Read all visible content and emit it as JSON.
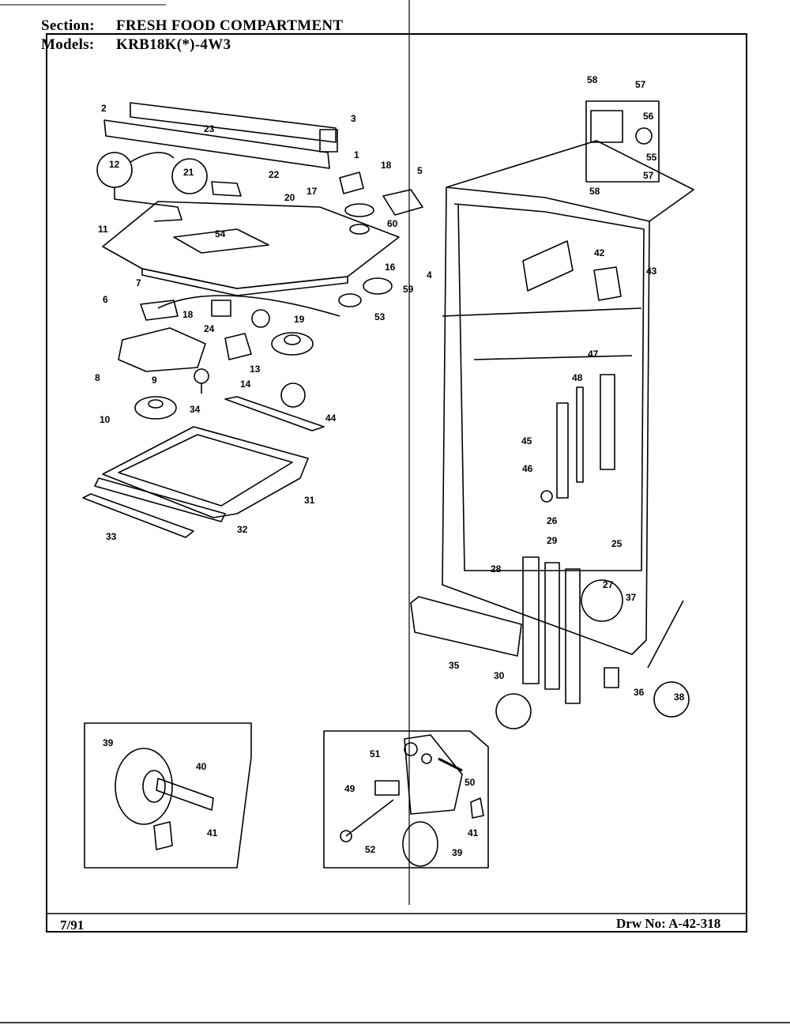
{
  "header": {
    "section_label": "Section:",
    "section_value": "FRESH FOOD COMPARTMENT",
    "models_label": "Models:",
    "models_value": "KRB18K(*)-4W3"
  },
  "footer": {
    "date": "7/91",
    "drawing_number": "Drw No: A-42-318"
  },
  "callouts": [
    {
      "id": "c2",
      "text": "2"
    },
    {
      "id": "c3",
      "text": "3"
    },
    {
      "id": "c23",
      "text": "23"
    },
    {
      "id": "c1",
      "text": "1"
    },
    {
      "id": "c18a",
      "text": "18"
    },
    {
      "id": "c5",
      "text": "5"
    },
    {
      "id": "c12",
      "text": "12"
    },
    {
      "id": "c21",
      "text": "21"
    },
    {
      "id": "c22",
      "text": "22"
    },
    {
      "id": "c20",
      "text": "20"
    },
    {
      "id": "c17",
      "text": "17"
    },
    {
      "id": "c11",
      "text": "11"
    },
    {
      "id": "c54",
      "text": "54"
    },
    {
      "id": "c60",
      "text": "60"
    },
    {
      "id": "c16",
      "text": "16"
    },
    {
      "id": "c4",
      "text": "4"
    },
    {
      "id": "c7",
      "text": "7"
    },
    {
      "id": "c59",
      "text": "59"
    },
    {
      "id": "c6",
      "text": "6"
    },
    {
      "id": "c18b",
      "text": "18"
    },
    {
      "id": "c19",
      "text": "19"
    },
    {
      "id": "c53",
      "text": "53"
    },
    {
      "id": "c24",
      "text": "24"
    },
    {
      "id": "c13",
      "text": "13"
    },
    {
      "id": "c8",
      "text": "8"
    },
    {
      "id": "c14",
      "text": "14"
    },
    {
      "id": "c9",
      "text": "9"
    },
    {
      "id": "c34",
      "text": "34"
    },
    {
      "id": "c44",
      "text": "44"
    },
    {
      "id": "c10",
      "text": "10"
    },
    {
      "id": "c31",
      "text": "31"
    },
    {
      "id": "c32",
      "text": "32"
    },
    {
      "id": "c33",
      "text": "33"
    },
    {
      "id": "c58a",
      "text": "58"
    },
    {
      "id": "c57a",
      "text": "57"
    },
    {
      "id": "c56",
      "text": "56"
    },
    {
      "id": "c55",
      "text": "55"
    },
    {
      "id": "c57b",
      "text": "57"
    },
    {
      "id": "c58b",
      "text": "58"
    },
    {
      "id": "c42",
      "text": "42"
    },
    {
      "id": "c43",
      "text": "43"
    },
    {
      "id": "c47",
      "text": "47"
    },
    {
      "id": "c48",
      "text": "48"
    },
    {
      "id": "c45",
      "text": "45"
    },
    {
      "id": "c46",
      "text": "46"
    },
    {
      "id": "c26",
      "text": "26"
    },
    {
      "id": "c29",
      "text": "29"
    },
    {
      "id": "c25",
      "text": "25"
    },
    {
      "id": "c28",
      "text": "28"
    },
    {
      "id": "c27",
      "text": "27"
    },
    {
      "id": "c37",
      "text": "37"
    },
    {
      "id": "c35",
      "text": "35"
    },
    {
      "id": "c30",
      "text": "30"
    },
    {
      "id": "c36",
      "text": "36"
    },
    {
      "id": "c38",
      "text": "38"
    },
    {
      "id": "c39a",
      "text": "39"
    },
    {
      "id": "c40",
      "text": "40"
    },
    {
      "id": "c41a",
      "text": "41"
    },
    {
      "id": "c51",
      "text": "51"
    },
    {
      "id": "c50",
      "text": "50"
    },
    {
      "id": "c49",
      "text": "49"
    },
    {
      "id": "c41b",
      "text": "41"
    },
    {
      "id": "c52",
      "text": "52"
    },
    {
      "id": "c39b",
      "text": "39"
    }
  ]
}
